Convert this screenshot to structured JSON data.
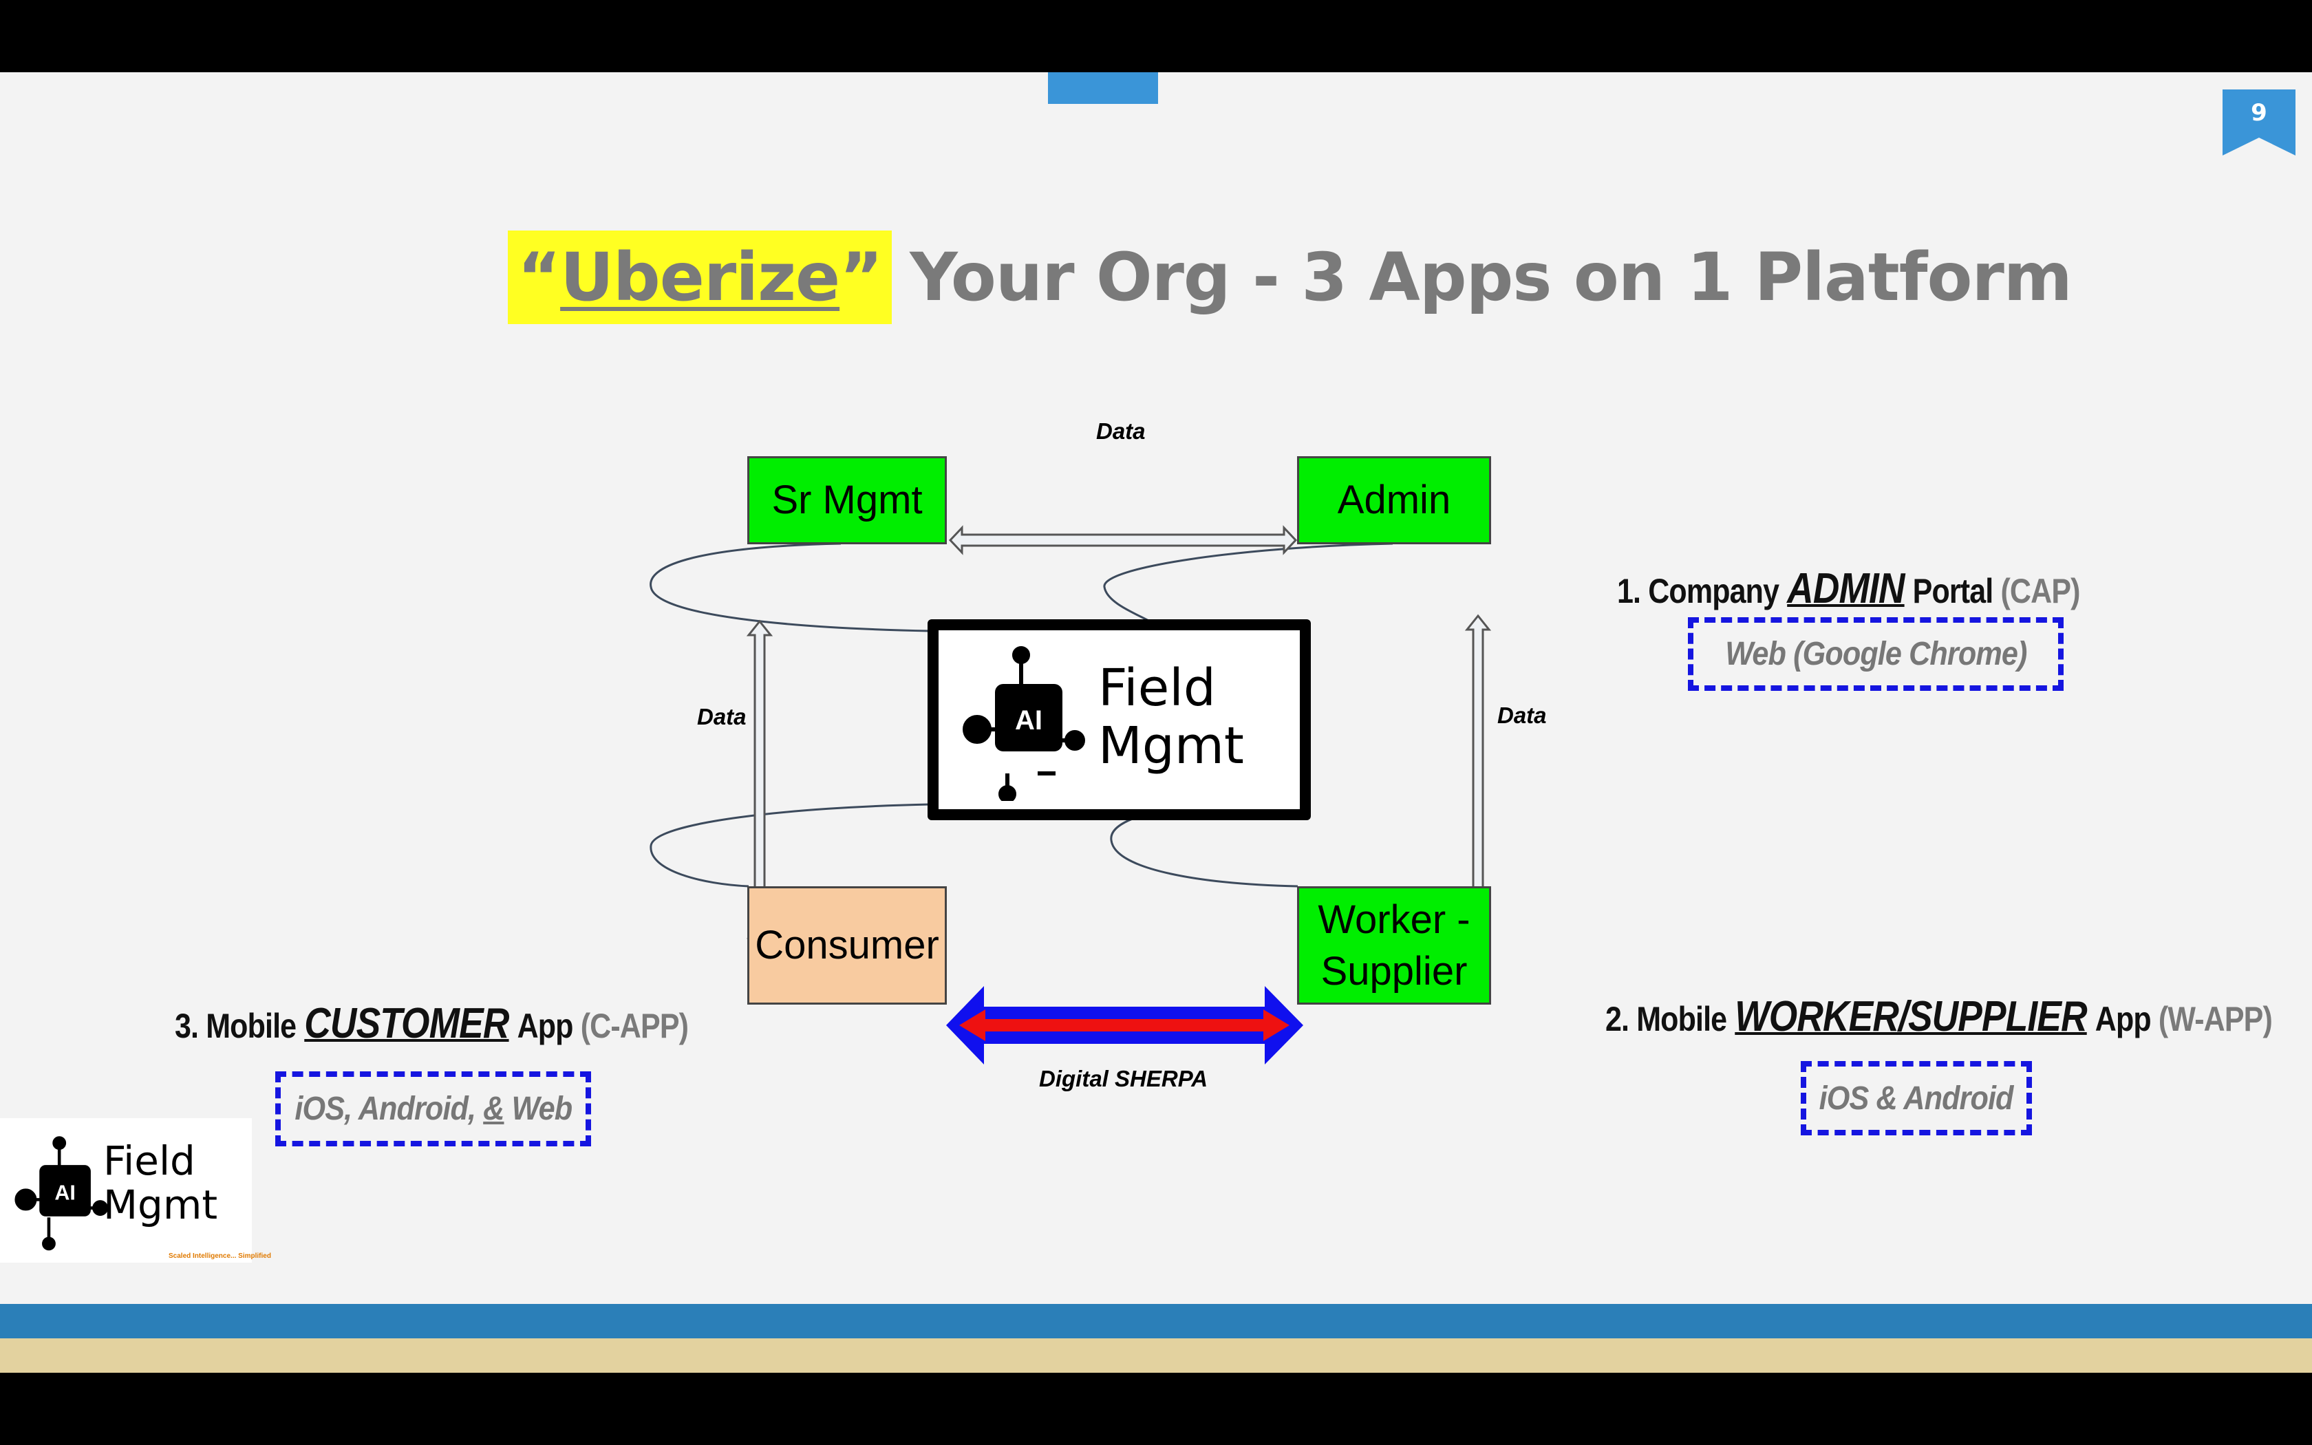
{
  "page_number": "9",
  "title": {
    "highlight_open_quote": "“",
    "highlight_word": "Uberize",
    "highlight_close_quote": "”",
    "rest": "Your Org - 3 Apps on 1 Platform"
  },
  "colors": {
    "node_green": "#00ee00",
    "node_peach": "#f8cba0",
    "title_highlight": "#ffff22",
    "dashed_border": "#1515e0",
    "footer_blue": "#2b7fb8",
    "footer_tan": "#e3d29f"
  },
  "diagram": {
    "nodes": {
      "sr_mgmt": "Sr Mgmt",
      "admin": "Admin",
      "consumer": "Consumer",
      "worker_line1": "Worker -",
      "worker_line2": "Supplier"
    },
    "edges": {
      "top": "Data",
      "left": "Data",
      "right": "Data",
      "bottom": "Digital SHERPA"
    },
    "center_logo": {
      "badge": "AI",
      "line1": "Field",
      "line2": "Mgmt"
    }
  },
  "apps": {
    "admin": {
      "prefix": "1. Company",
      "emphasis": "ADMIN",
      "suffix": "Portal",
      "code": "(CAP)",
      "platforms": "Web (Google Chrome)"
    },
    "worker": {
      "prefix": "2. Mobile",
      "emphasis": "WORKER/SUPPLIER",
      "suffix": "App",
      "code": "(W-APP)",
      "platforms": "iOS & Android"
    },
    "customer": {
      "prefix": "3. Mobile",
      "emphasis": "CUSTOMER",
      "suffix": "App",
      "code": "(C-APP)",
      "platforms_a": "iOS, Android, ",
      "platforms_amp": "&",
      "platforms_b": " Web"
    }
  },
  "corner_logo": {
    "badge": "AI",
    "line1": "Field",
    "line2": "Mgmt",
    "tagline": "Scaled Intelligence... Simplified"
  }
}
